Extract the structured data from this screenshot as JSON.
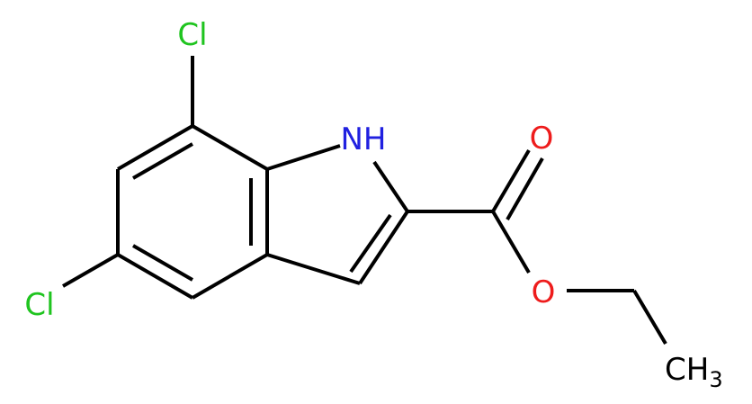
{
  "molecule": {
    "atoms": {
      "cl_top": {
        "text": "Cl",
        "color": "#1fc41f"
      },
      "cl_left": {
        "text": "Cl",
        "color": "#1fc41f"
      },
      "nh": {
        "text": "NH",
        "color": "#2020e0"
      },
      "o_carbonyl": {
        "text": "O",
        "color": "#ee1c1c"
      },
      "o_ester": {
        "text": "O",
        "color": "#ee1c1c"
      },
      "ch3": {
        "text": "CH",
        "subscript": "3",
        "color": "#000000"
      }
    }
  }
}
